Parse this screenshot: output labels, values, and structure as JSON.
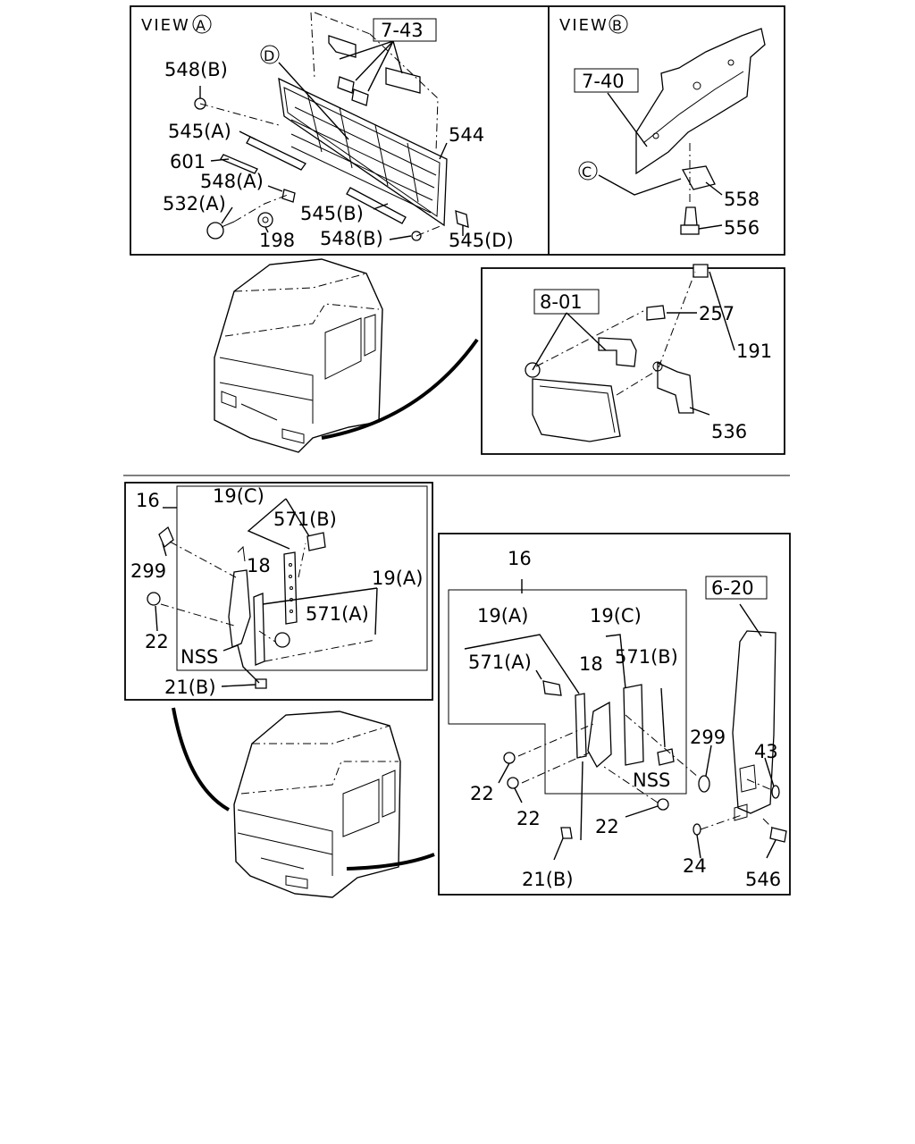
{
  "view_a": {
    "title": "VIEW",
    "marker": "A",
    "labels": {
      "ref_7_43": "7-43",
      "d": "D",
      "p548b_top": "548(B)",
      "p545a": "545(A)",
      "p601": "601",
      "p548a": "548(A)",
      "p532a": "532(A)",
      "p198": "198",
      "p545b": "545(B)",
      "p548b_bottom": "548(B)",
      "p544": "544",
      "p545d": "545(D)"
    }
  },
  "view_b": {
    "title": "VIEW",
    "marker": "B",
    "labels": {
      "ref_7_40": "7-40",
      "c": "C",
      "p558": "558",
      "p556": "556"
    }
  },
  "lamp_detail": {
    "labels": {
      "ref_8_01": "8-01",
      "p257": "257",
      "p191": "191",
      "p536": "536"
    }
  },
  "left_detail": {
    "labels": {
      "p16": "16",
      "p19c": "19(C)",
      "p571b": "571(B)",
      "p299": "299",
      "p18": "18",
      "p19a": "19(A)",
      "p571a": "571(A)",
      "p22": "22",
      "nss": "NSS",
      "p21b": "21(B)"
    }
  },
  "right_detail": {
    "labels": {
      "p16": "16",
      "ref_6_20": "6-20",
      "p19a": "19(A)",
      "p19c": "19(C)",
      "p571a": "571(A)",
      "p18": "18",
      "p571b": "571(B)",
      "p299": "299",
      "p43": "43",
      "p22_a": "22",
      "p22_b": "22",
      "nss": "NSS",
      "p22_c": "22",
      "p24": "24",
      "p21b": "21(B)",
      "p546": "546"
    }
  }
}
